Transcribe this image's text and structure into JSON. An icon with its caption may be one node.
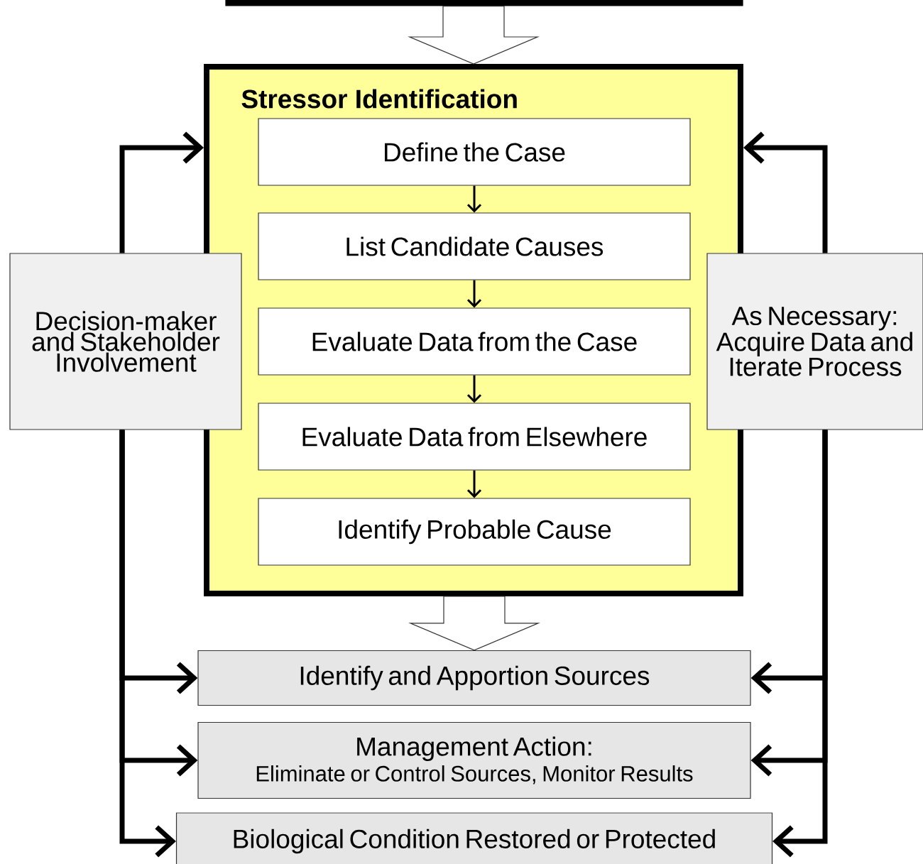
{
  "diagram": {
    "nodes": [
      {
        "text": [],
        "shape": "box"
      },
      {
        "text": [
          "Stressor Identification"
        ]
      },
      {
        "text": [
          "Define the Case"
        ],
        "in": 1
      },
      {
        "text": [
          "List Candidate Causes"
        ],
        "in": 1
      },
      {
        "text": [
          "Evaluate Data from the Case"
        ],
        "in": 1
      },
      {
        "text": [
          "Evaluate Data from Elsewhere"
        ],
        "in": 1
      },
      {
        "text": [
          "Identify Probable Cause"
        ],
        "in": 1
      },
      {
        "text": [
          "Decision-maker and Stakeholder Involvement"
        ]
      },
      {
        "text": [
          "As Necessary: Acquire Data and Iterate Process"
        ]
      },
      {
        "text": [
          "Identify and Apportion Sources"
        ]
      },
      {
        "text": [
          "Management Action:",
          "Eliminate or Control Sources, Monitor Results"
        ]
      },
      {
        "text": [
          "Biological Condition Restored or Protected"
        ]
      }
    ],
    "edges": [
      {
        "from": 0,
        "to": 1,
        "arrow": "to",
        "style": "thick"
      },
      {
        "from": 2,
        "to": 3,
        "arrow": "to"
      },
      {
        "from": 3,
        "to": 4,
        "arrow": "to"
      },
      {
        "from": 4,
        "to": 5,
        "arrow": "to"
      },
      {
        "from": 5,
        "to": 6,
        "arrow": "to"
      },
      {
        "from": 1,
        "to": 9,
        "arrow": "to",
        "style": "thick"
      },
      {
        "from": 7,
        "to": 1,
        "arrow": "to"
      },
      {
        "from": 7,
        "to": 9,
        "arrow": "to"
      },
      {
        "from": 7,
        "to": 10,
        "arrow": "to"
      },
      {
        "from": 7,
        "to": 11,
        "arrow": "to"
      },
      {
        "from": 8,
        "to": 1,
        "arrow": "to"
      },
      {
        "from": 8,
        "to": 9,
        "arrow": "to"
      },
      {
        "from": 8,
        "to": 10,
        "arrow": "to"
      },
      {
        "from": 8,
        "to": 11,
        "arrow": "to"
      }
    ]
  }
}
